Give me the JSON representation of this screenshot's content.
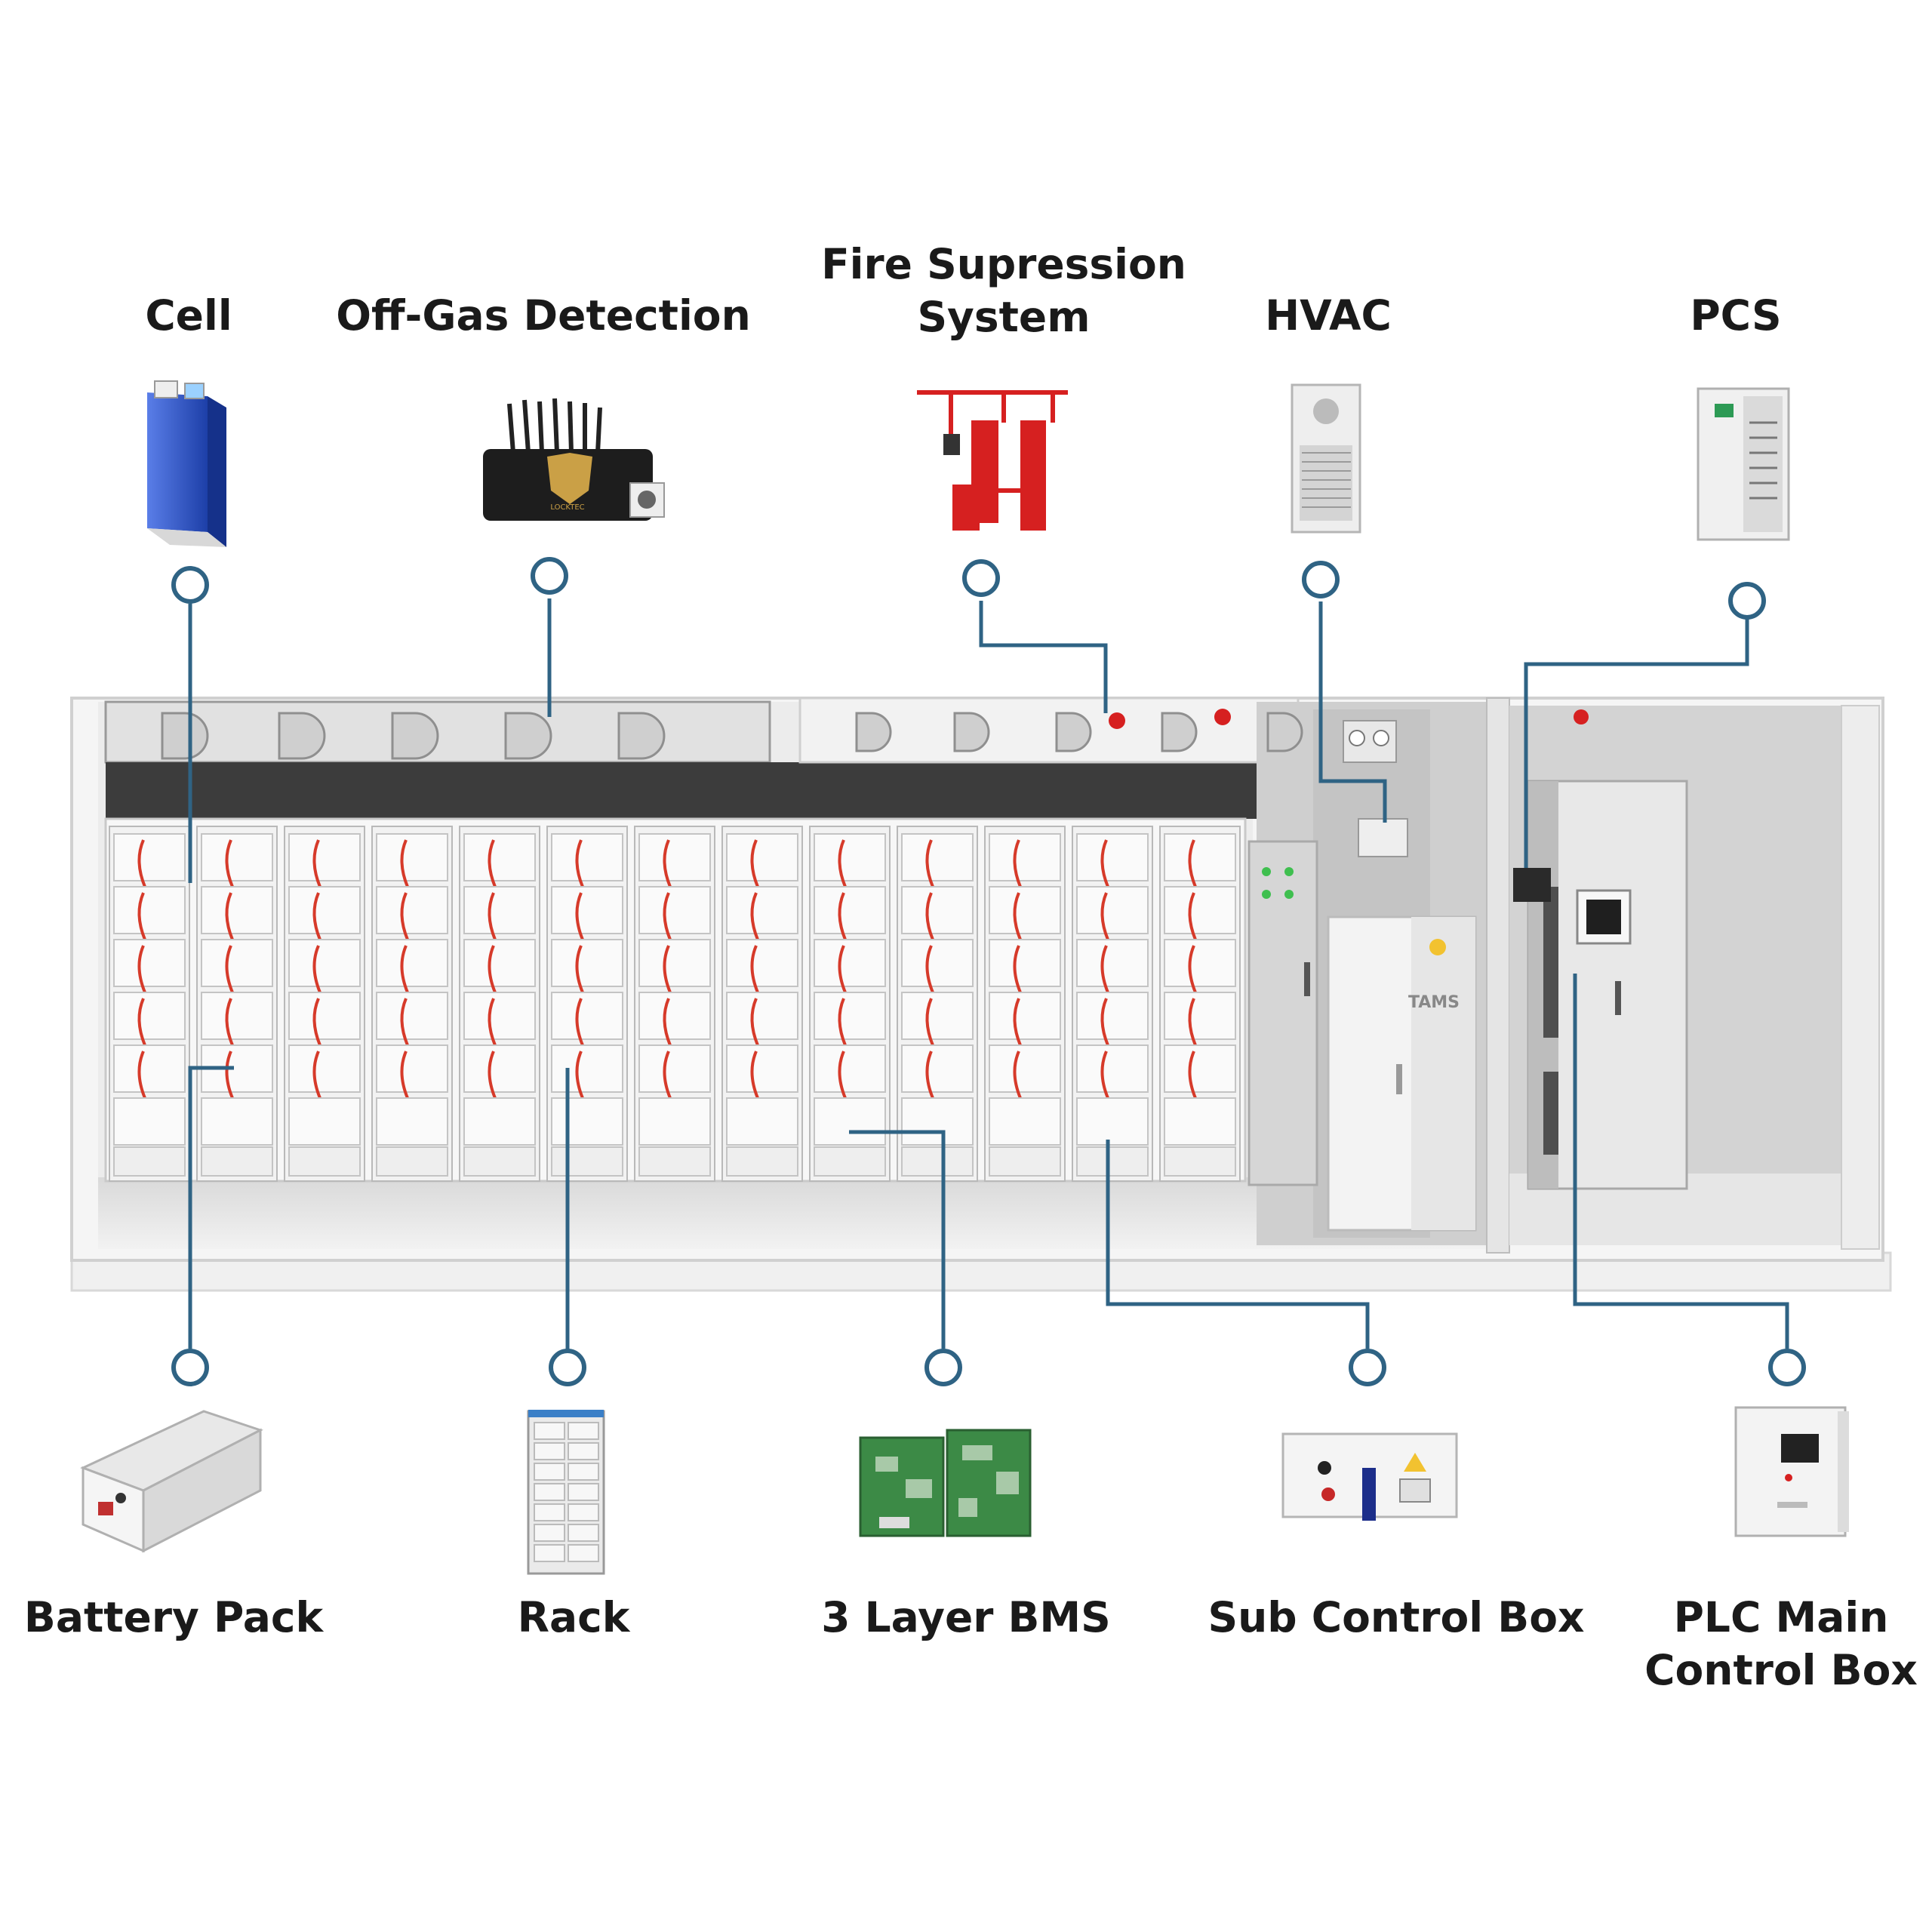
{
  "top_components": [
    {
      "id": "cell",
      "lines": [
        "Cell"
      ]
    },
    {
      "id": "offgas",
      "lines": [
        "Off-Gas Detection"
      ]
    },
    {
      "id": "fire",
      "lines": [
        "Fire Supression",
        "System"
      ]
    },
    {
      "id": "hvac",
      "lines": [
        "HVAC"
      ]
    },
    {
      "id": "pcs",
      "lines": [
        "PCS"
      ]
    }
  ],
  "bottom_components": [
    {
      "id": "battery-pack",
      "lines": [
        "Battery Pack"
      ]
    },
    {
      "id": "rack",
      "lines": [
        "Rack"
      ]
    },
    {
      "id": "bms",
      "lines": [
        "3 Layer BMS"
      ]
    },
    {
      "id": "sub-control",
      "lines": [
        "Sub Control Box"
      ]
    },
    {
      "id": "plc",
      "lines": [
        "PLC Main",
        "Control Box"
      ]
    }
  ],
  "container": {
    "brand": "TAMS"
  },
  "colors": {
    "connector": "#2f6384",
    "label": "#1a1a1a",
    "cable_red": "#d63a2a",
    "cell_blue": "#2b55c9",
    "fire_red": "#d62020",
    "pcb_green": "#3c8a46",
    "container_grey": "#e7e7e7"
  }
}
